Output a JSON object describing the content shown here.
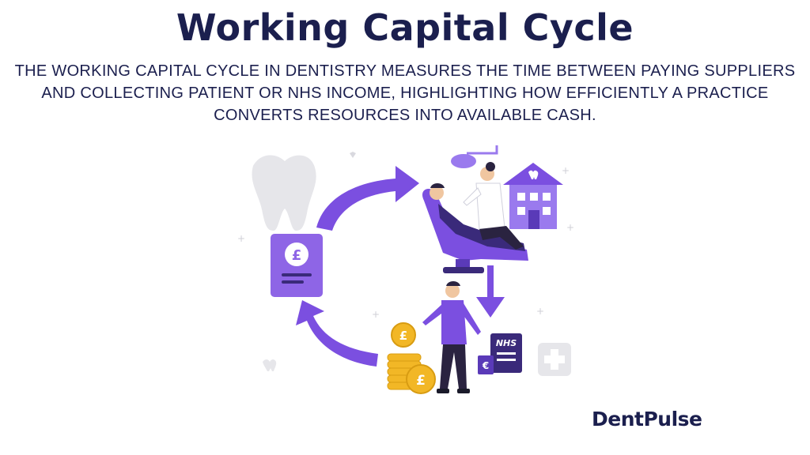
{
  "header": {
    "title": "Working Capital Cycle",
    "description_lines": [
      "THE WORKING CAPITAL CYCLE IN DENTISTRY MEASURES THE TIME BETWEEN PAYING SUPPLIERS",
      "AND COLLECTING PATIENT OR NHS INCOME, HIGHLIGHTING HOW EFFICIENTLY A PRACTICE",
      "CONVERTS RESOURCES INTO AVAILABLE CASH."
    ]
  },
  "illustration": {
    "invoice_symbol": "£",
    "coin_symbol": "£",
    "nhs_label": "NHS",
    "nhs_card_symbol": "€",
    "icons": [
      "tooth-icon",
      "invoice-icon",
      "dental-chair-icon",
      "dentist-icon",
      "patient-icon",
      "clinic-building-icon",
      "person-icon",
      "coin-stack-icon",
      "nhs-card-icon",
      "medical-cross-icon",
      "cycle-arrow-icon"
    ]
  },
  "brand": {
    "logo_text": "DentPulse"
  },
  "colors": {
    "primary": "#1b1f4e",
    "accent": "#7b4fe0",
    "accent_light": "#9a7aee",
    "coin": "#f2b726",
    "grey": "#e6e6ea"
  }
}
